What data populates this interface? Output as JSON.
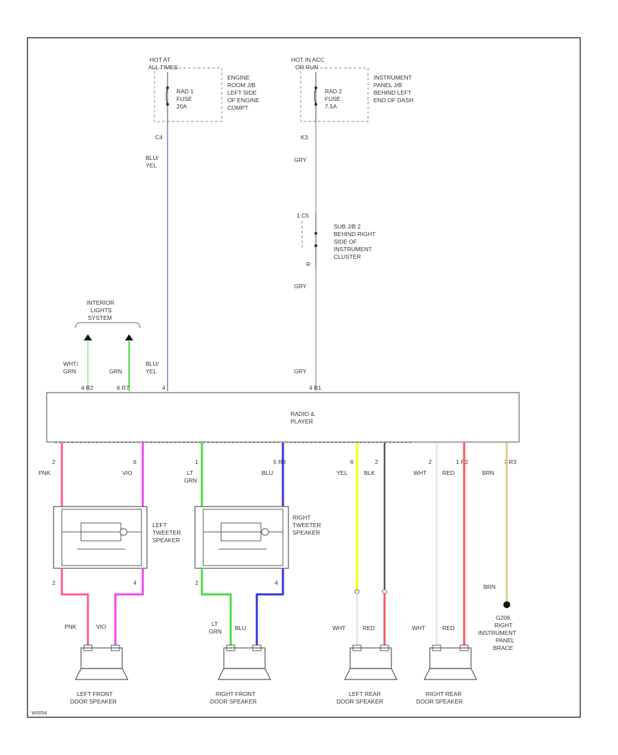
{
  "fuse_left": {
    "hot": "HOT AT",
    "hot2": "ALL TIMES",
    "fuse": [
      "RAD 1",
      "FUSE",
      "20A"
    ],
    "location": [
      "ENGINE",
      "ROOM J/B",
      "LEFT SIDE",
      "OF ENGINE",
      "COMPT"
    ],
    "pin": "C4"
  },
  "fuse_right": {
    "hot": "HOT IN ACC",
    "hot2": "OR RUN",
    "fuse": [
      "RAD 2",
      "FUSE",
      "7.5A"
    ],
    "location": [
      "INSTRUMENT",
      "PANEL J/B",
      "BEHIND LEFT",
      "END OF DASH"
    ],
    "pin": "K3"
  },
  "sub_jb": {
    "pin_top": "1 C5",
    "pin_bottom": "R",
    "location": [
      "SUB J/B 2",
      "BEHIND RIGHT",
      "SIDE OF",
      "INSTRUMENT",
      "CLUSTER"
    ]
  },
  "wire_labels": {
    "blu_yel_top": [
      "BLU/",
      "YEL"
    ],
    "gry_top": "GRY",
    "gry_mid": "GRY",
    "blu_yel_bottom": [
      "BLU/",
      "YEL"
    ],
    "gry_bottom": "GRY",
    "wht_grn": [
      "WHT/",
      "GRN"
    ],
    "grn": "GRN"
  },
  "interior": [
    "INTERIOR",
    "LIGHTS",
    "SYSTEM"
  ],
  "radio": {
    "label": [
      "RADIO &",
      "PLAYER"
    ],
    "top_pins": [
      "4 R2",
      "6 R7",
      "4",
      "4 R1"
    ]
  },
  "radio_out": [
    {
      "pin": "2",
      "wire": "PNK"
    },
    {
      "pin": "6",
      "wire": "VIO"
    },
    {
      "pin": "1",
      "wire": "LT",
      "wire2": "GRN"
    },
    {
      "pin": "5 R3",
      "wire": "BLU"
    },
    {
      "pin": "6",
      "wire": "YEL"
    },
    {
      "pin": "2",
      "wire": "BLK"
    },
    {
      "pin": "2",
      "wire": "WHT"
    },
    {
      "pin": "1 R2",
      "wire": "RED"
    },
    {
      "pin": "7 R3",
      "wire": "BRN"
    }
  ],
  "tweeter_left": {
    "label": [
      "LEFT",
      "TWEETER",
      "SPEAKER"
    ],
    "pins": [
      "2",
      "4"
    ]
  },
  "tweeter_right": {
    "label": [
      "RIGHT",
      "TWEETER",
      "SPEAKER"
    ],
    "pins": [
      "2",
      "4"
    ]
  },
  "speaker_wires": {
    "lf": [
      "PNK",
      "VIO"
    ],
    "rf_lt": "LT",
    "rf_grn": "GRN",
    "rf_blu": "BLU",
    "lr": [
      "WHT",
      "RED"
    ],
    "rr": [
      "WHT",
      "RED"
    ]
  },
  "ground": {
    "wire": "BRN",
    "label": [
      "G206",
      "RIGHT",
      "INSTRUMENT",
      "PANEL",
      "BRACE"
    ]
  },
  "speakers": {
    "lf": [
      "LEFT FRONT",
      "DOOR SPEAKER"
    ],
    "rf": [
      "RIGHT FRONT",
      "DOOR SPEAKER"
    ],
    "lr": [
      "LEFT REAR",
      "DOOR SPEAKER"
    ],
    "rr": [
      "RIGHT REAR",
      "DOOR SPEAKER"
    ]
  },
  "footer_code": "W0054",
  "colors": {
    "blu_yel": "#9a9ad8",
    "gry": "#aaaaaa",
    "grn": "#44dd44",
    "pnk": "#ff5c8a",
    "vio": "#ee44ee",
    "blu": "#3333dd",
    "yel": "#ffff00",
    "blk": "#555555",
    "wht": "#e6e6e6",
    "red": "#ff5555",
    "brn": "#e2cc8a",
    "frame": "#333333"
  }
}
